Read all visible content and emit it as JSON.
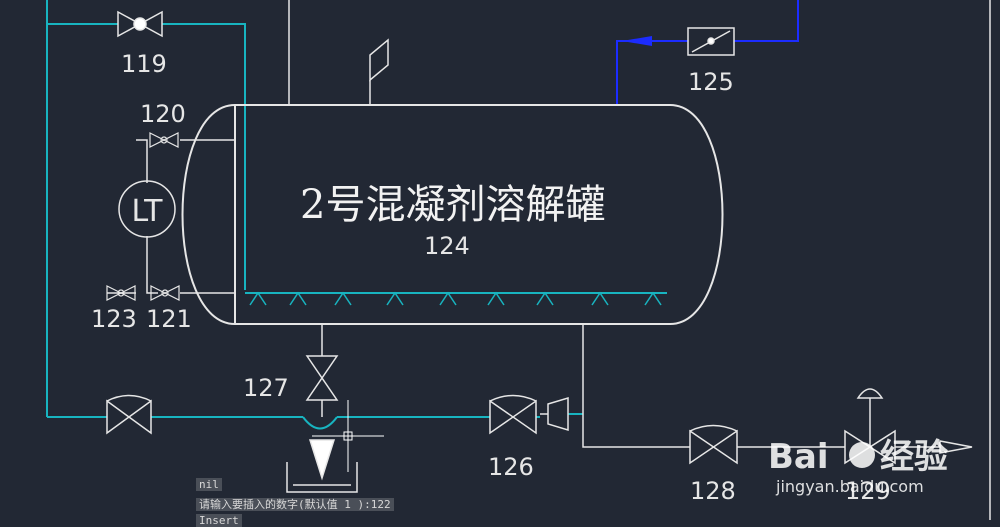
{
  "tank": {
    "title": "2号混凝剂溶解罐",
    "tag": "124"
  },
  "instrument": {
    "level_transmitter": "LT"
  },
  "valve_tags": {
    "v119": "119",
    "v120": "120",
    "v121": "121",
    "v123": "123",
    "v125": "125",
    "v126": "126",
    "v127": "127",
    "v128": "128",
    "v129": "129"
  },
  "command_line": {
    "line1": "nil",
    "line2_prompt": "请输入要插入的数字(默认值",
    "line2_default": "1",
    "line2_rest": "):122",
    "line3": "Insert"
  },
  "watermark": {
    "brand": "Bai",
    "brand_suffix": "经验",
    "url": "jingyan.baidu.com"
  },
  "colors": {
    "background": "#222834",
    "pipe_white": "#e6e6e6",
    "pipe_cyan": "#18b4c0",
    "pipe_blue": "#1c2cff"
  }
}
